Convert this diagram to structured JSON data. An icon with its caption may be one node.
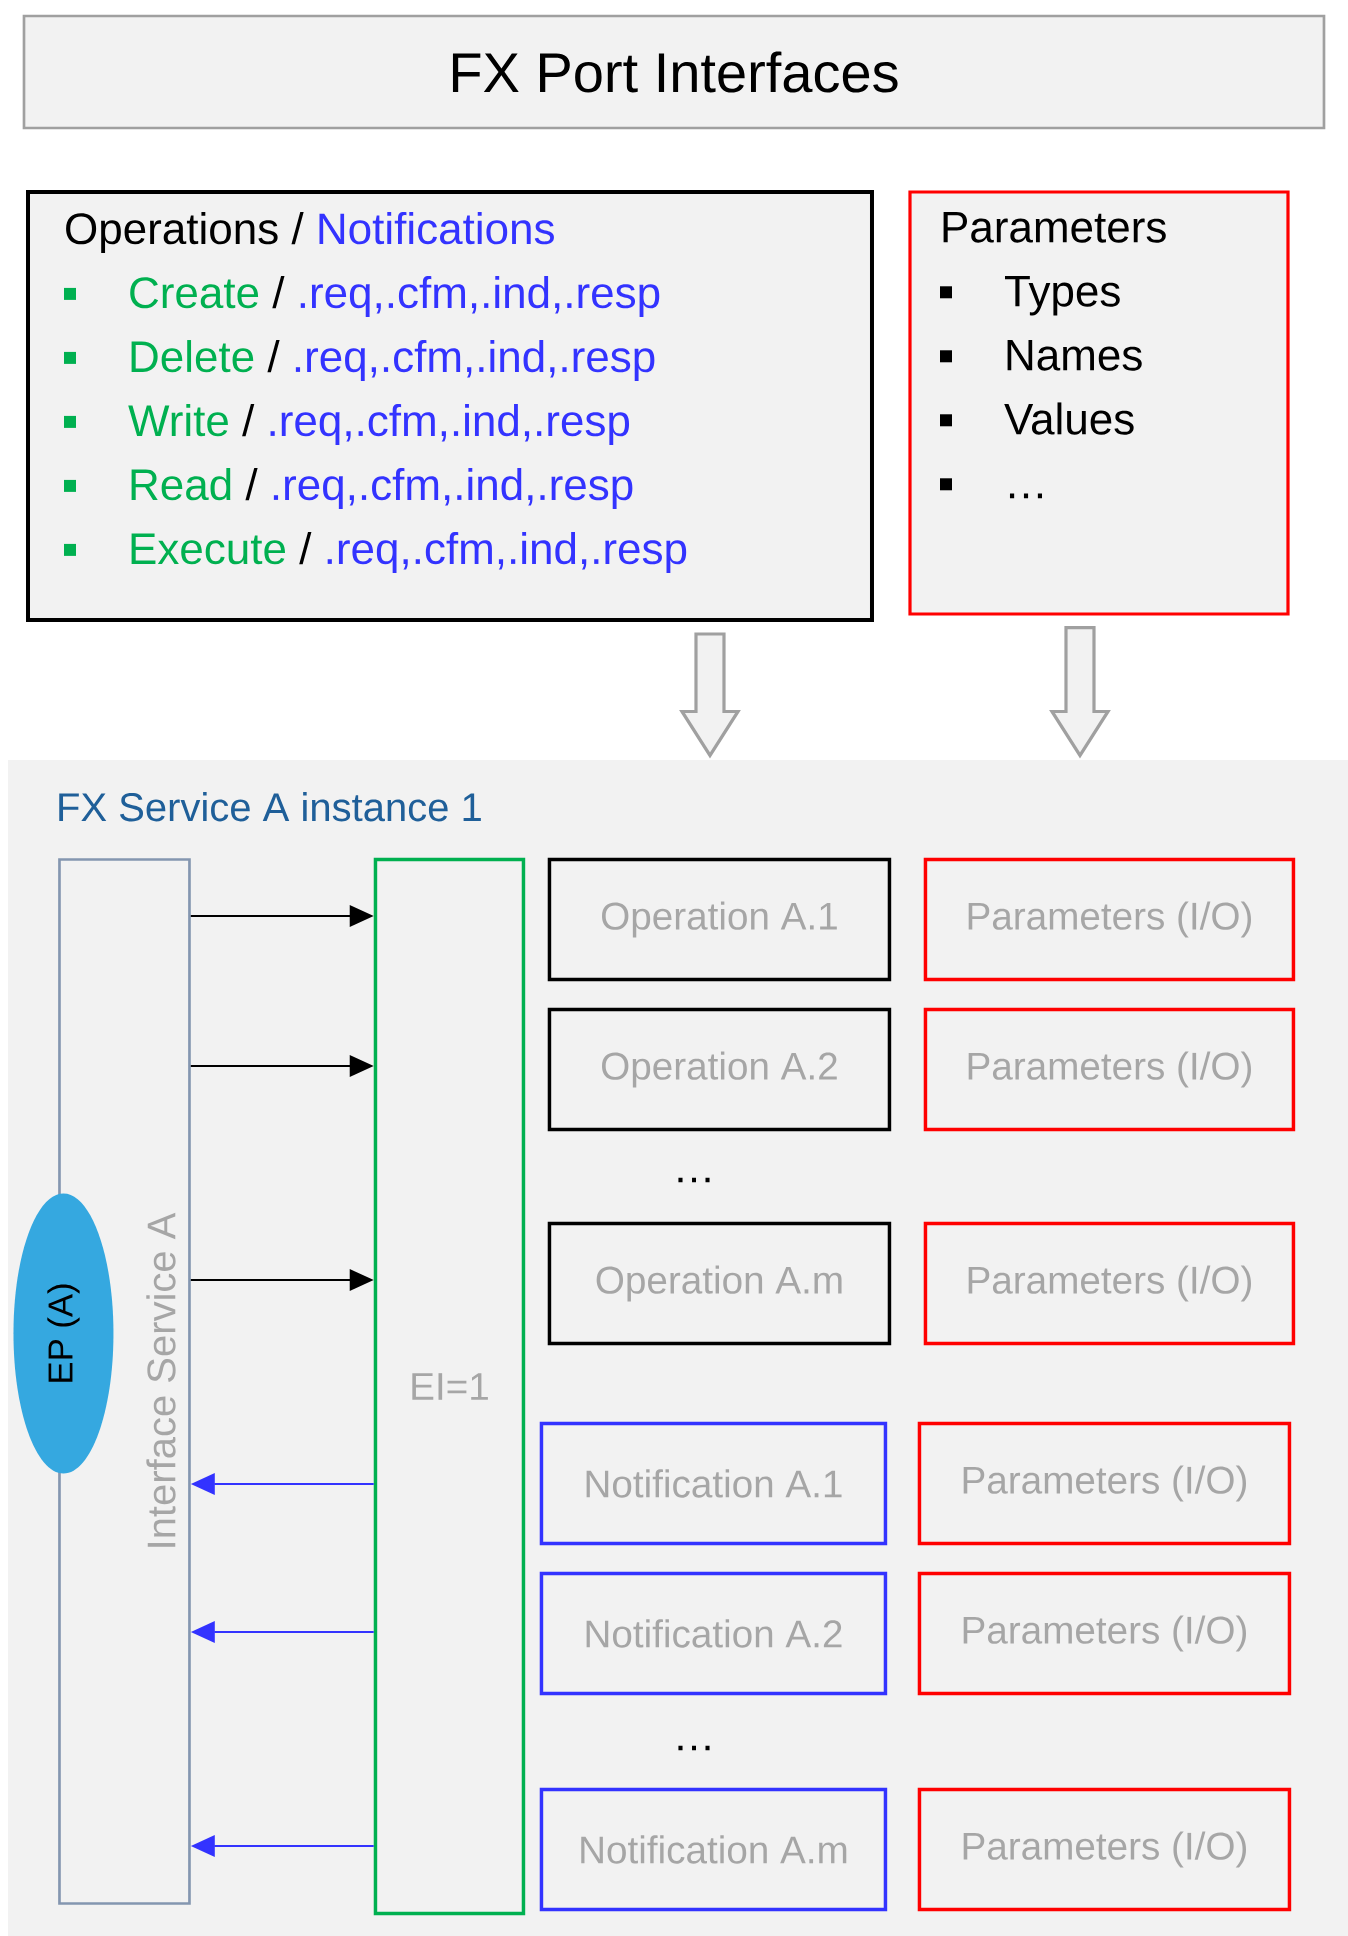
{
  "diagram": {
    "nodes": [
      {
        "text": [
          "FX Port Interfaces"
        ]
      },
      {
        "text": [
          "Operations",
          "/",
          "Notifications",
          "Create",
          "/",
          ".req,.cfm,.ind,.resp",
          "Delete",
          "/",
          ".req,.cfm,.ind,.resp",
          "Write",
          "/",
          ".req,.cfm,.ind,.resp",
          "Read",
          "/",
          ".req,.cfm,.ind,.resp",
          "Execute",
          "/",
          ".req,.cfm,.ind,.resp"
        ]
      },
      {
        "text": [
          "Parameters",
          "Types",
          "Names",
          "Values",
          "…"
        ]
      },
      {
        "text": [
          "FX Service A instance 1"
        ]
      },
      {
        "text": [
          "Interface Service A"
        ],
        "in": 3
      },
      {
        "text": [
          "EP (A)"
        ],
        "in": 3
      },
      {
        "text": [
          "EI=1"
        ],
        "in": 3
      },
      {
        "text": [
          "Operation A.1"
        ],
        "in": 3
      },
      {
        "text": [
          "Parameters (I/O)"
        ],
        "in": 3
      },
      {
        "text": [
          "Operation A.2"
        ],
        "in": 3
      },
      {
        "text": [
          "Parameters (I/O)"
        ],
        "in": 3
      },
      {
        "text": [
          "Operation A.m"
        ],
        "in": 3
      },
      {
        "text": [
          "Parameters (I/O)"
        ],
        "in": 3
      },
      {
        "text": [
          "Notification A.1"
        ],
        "in": 3
      },
      {
        "text": [
          "Parameters (I/O)"
        ],
        "in": 3
      },
      {
        "text": [
          "Notification A.2"
        ],
        "in": 3
      },
      {
        "text": [
          "Parameters (I/O)"
        ],
        "in": 3
      },
      {
        "text": [
          "Notification A.m"
        ],
        "in": 3
      },
      {
        "text": [
          "Parameters (I/O)"
        ],
        "in": 3
      }
    ],
    "edges": [
      {
        "from": 1,
        "to": 3,
        "arrow": "to"
      },
      {
        "from": 2,
        "to": 3,
        "arrow": "to"
      },
      {
        "from": 4,
        "to": 6,
        "arrow": "to"
      },
      {
        "from": 4,
        "to": 6,
        "arrow": "to"
      },
      {
        "from": 4,
        "to": 6,
        "arrow": "to"
      },
      {
        "from": 6,
        "to": 4,
        "arrow": "to",
        "color": "#3333ff"
      },
      {
        "from": 6,
        "to": 4,
        "arrow": "to",
        "color": "#3333ff"
      },
      {
        "from": 6,
        "to": 4,
        "arrow": "to",
        "color": "#3333ff"
      }
    ],
    "labels": [
      "…",
      "…"
    ]
  }
}
